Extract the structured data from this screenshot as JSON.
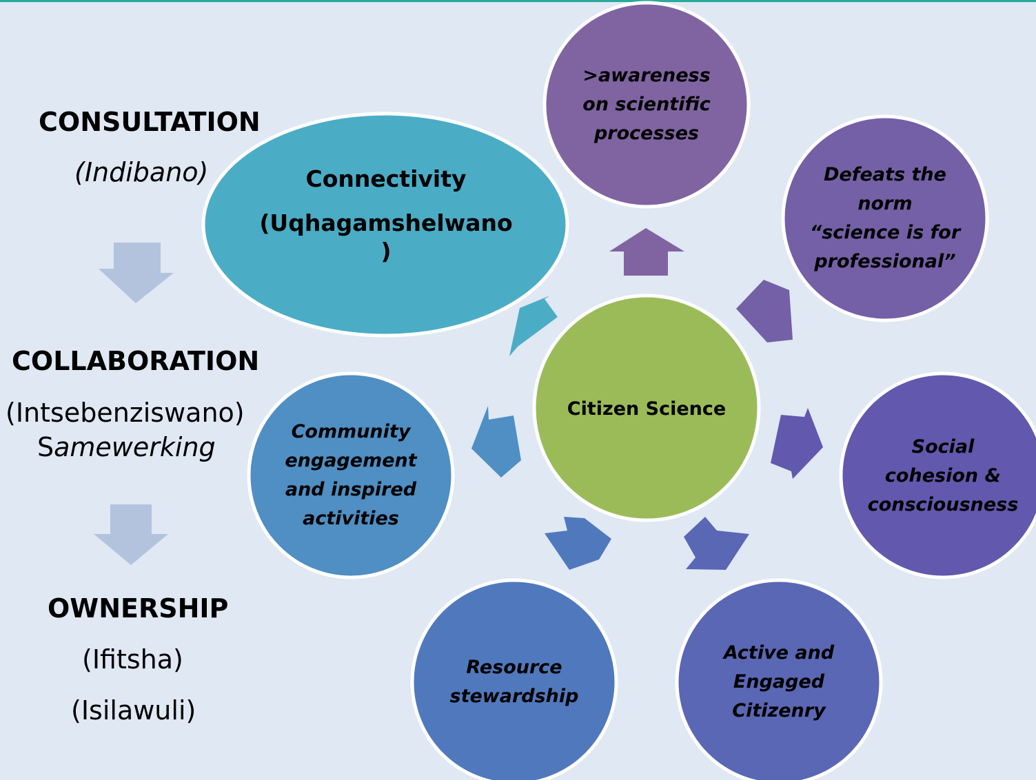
{
  "left_panel": {
    "consultation": "CONSULTATION",
    "consultation_sub": "(Indibano)",
    "collaboration": "COLLABORATION",
    "collaboration_sub1": "(Intsebenziswano)",
    "collaboration_sub2_prefix": "S",
    "collaboration_sub2_rest": "amewerking",
    "ownership": "OWNERSHIP",
    "ownership_sub1": "(Ifitsha)",
    "ownership_sub2": "(Isilawuli)"
  },
  "center": {
    "label": "Citizen Science",
    "color": "#9bbb59"
  },
  "connectivity": {
    "line1": "Connectivity",
    "line2": "(Uqhagamshelwano",
    "line3": ")",
    "color": "#4bacc6"
  },
  "nodes": [
    {
      "id": "awareness",
      "lines": [
        ">awareness",
        "on scientific",
        "processes"
      ],
      "color": "#8064a2"
    },
    {
      "id": "defeats",
      "lines": [
        "Defeats the",
        "norm",
        "“science is for",
        "professional”"
      ],
      "color": "#7460a6"
    },
    {
      "id": "social",
      "lines": [
        "Social",
        "cohesion &",
        "consciousness"
      ],
      "color": "#6258ad"
    },
    {
      "id": "active",
      "lines": [
        "Active and",
        "Engaged",
        "Citizenry"
      ],
      "color": "#5a67b5"
    },
    {
      "id": "resource",
      "lines": [
        "Resource",
        "stewardship"
      ],
      "color": "#5079bd"
    },
    {
      "id": "community",
      "lines": [
        "Community",
        "engagement",
        "and inspired",
        "activities"
      ],
      "color": "#4f8fc3"
    }
  ],
  "colors": {
    "background": "#dfe8f3",
    "top_bar": "#2aa89a",
    "flow_arrow": "#b3c3de",
    "circle_border": "#ffffff"
  }
}
